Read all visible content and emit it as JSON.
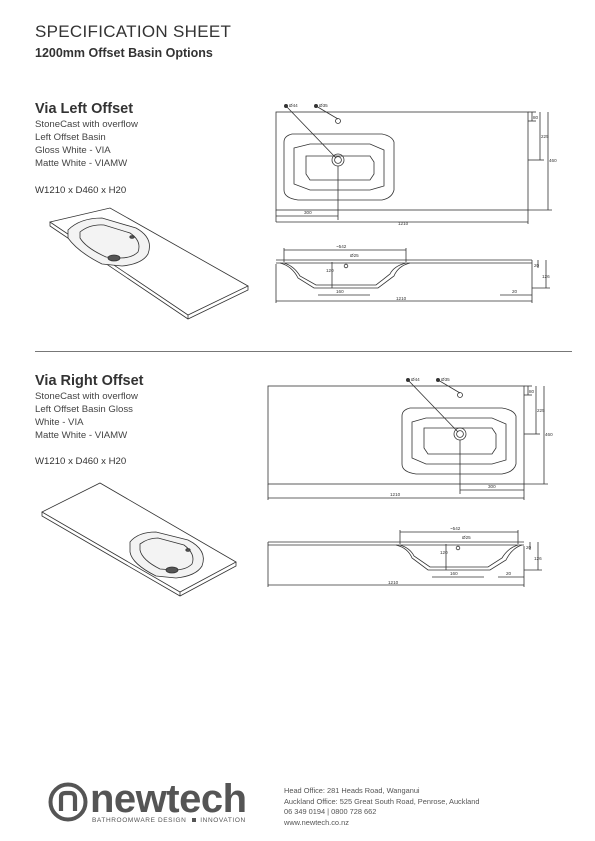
{
  "header": {
    "title": "SPECIFICATION SHEET",
    "subtitle": "1200mm Offset Basin Options"
  },
  "sections": [
    {
      "title": "Via Left Offset",
      "lines": [
        "StoneCast with overflow",
        "Left Offset Basin",
        "Gloss White - VIA",
        "Matte White - VIAMW"
      ],
      "dimensions": "W1210 x D460 x H20"
    },
    {
      "title": "Via Right Offset",
      "lines": [
        "StoneCast with overflow",
        "Left Offset Basin Gloss",
        "White - VIA",
        "Matte White - VIAMW"
      ],
      "dimensions": "W1210 x D460 x H20"
    }
  ],
  "drawing_labels": {
    "dia44": "Ø44",
    "dia35": "Ø35",
    "dia25": "Ø25",
    "d1210": "1210",
    "d460": "460",
    "d225": "225",
    "d300": "300",
    "d542": "~542",
    "d160": "160",
    "d20": "20",
    "d120": "120",
    "d126": "126",
    "d80": "80"
  },
  "footer": {
    "brand": "newtech",
    "tagline_left": "BATHROOMWARE DESIGN",
    "tagline_right": "INNOVATION",
    "contact": [
      "Head Office: 281 Heads Road, Wanganui",
      "Auckland Office: 525 Great South Road, Penrose, Auckland",
      "06 349 0194  |  0800 728 662",
      "www.newtech.co.nz"
    ]
  }
}
